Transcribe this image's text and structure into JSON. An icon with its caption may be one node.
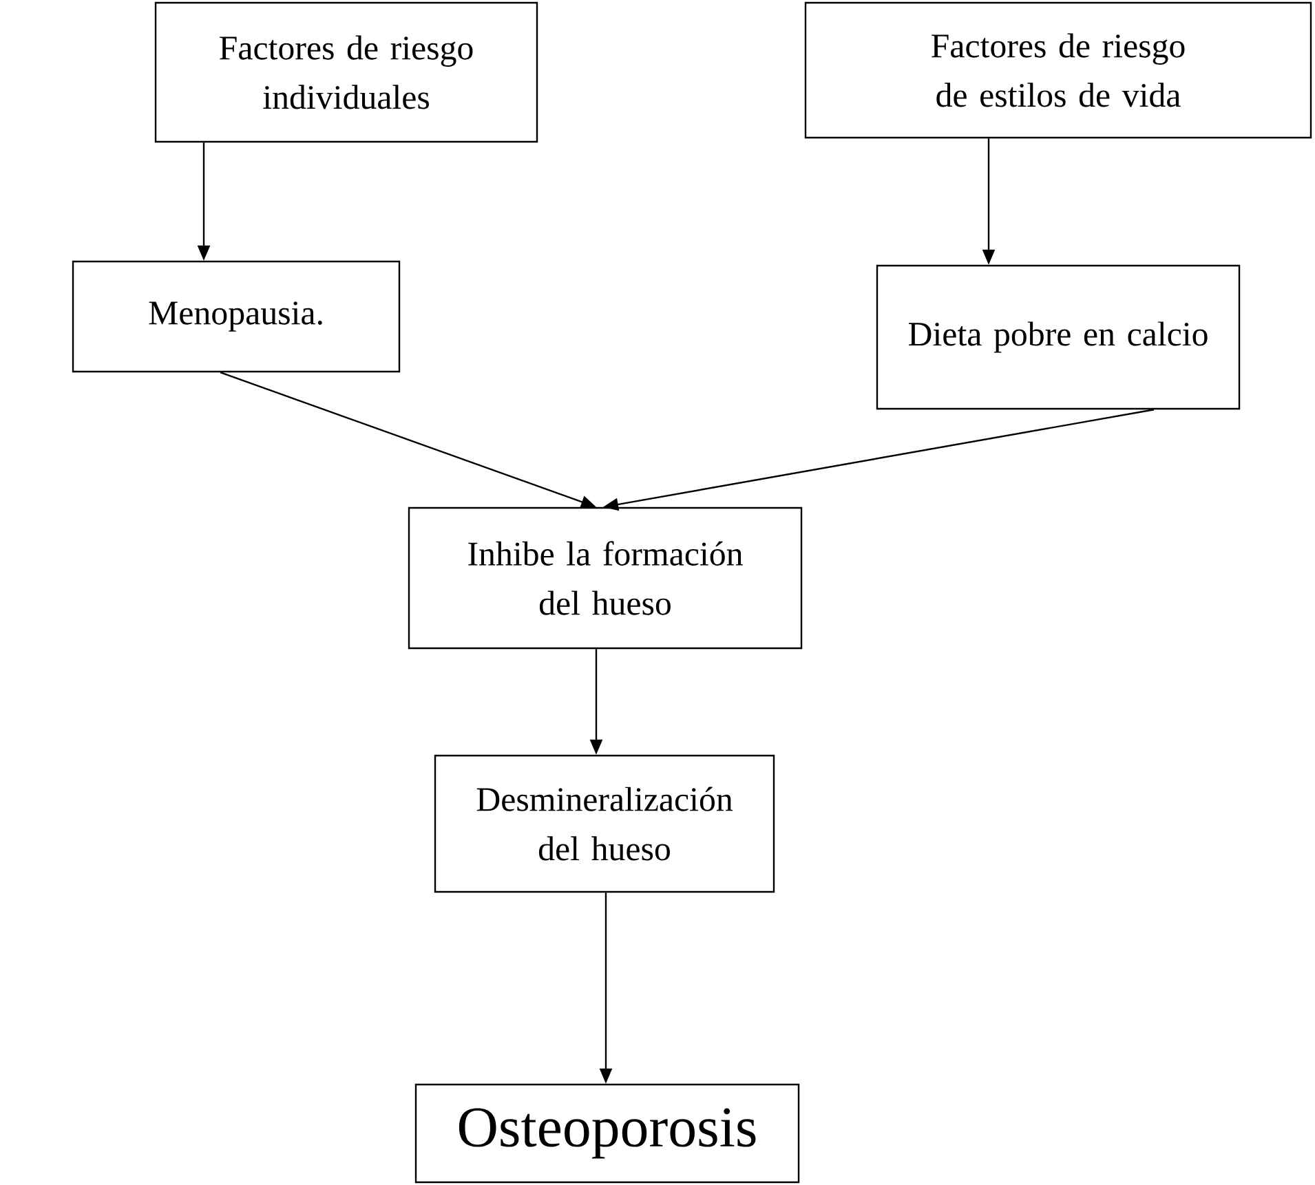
{
  "diagram": {
    "nodes": [
      {
        "text": [
          "Factores de riesgo individuales"
        ]
      },
      {
        "text": [
          "Factores de riesgo de estilos de vida"
        ]
      },
      {
        "text": [
          "Menopausia."
        ]
      },
      {
        "text": [
          "Dieta pobre en calcio"
        ]
      },
      {
        "text": [
          "Inhibe la formación del hueso"
        ]
      },
      {
        "text": [
          "Desmineralización del hueso"
        ]
      },
      {
        "text": [
          "Osteoporosis"
        ]
      }
    ],
    "edges": [
      {
        "from": 0,
        "to": 2,
        "arrow": "to"
      },
      {
        "from": 1,
        "to": 3,
        "arrow": "to"
      },
      {
        "from": 2,
        "to": 4,
        "arrow": "to"
      },
      {
        "from": 3,
        "to": 4,
        "arrow": "to"
      },
      {
        "from": 4,
        "to": 5,
        "arrow": "to"
      },
      {
        "from": 5,
        "to": 6,
        "arrow": "to"
      }
    ]
  }
}
